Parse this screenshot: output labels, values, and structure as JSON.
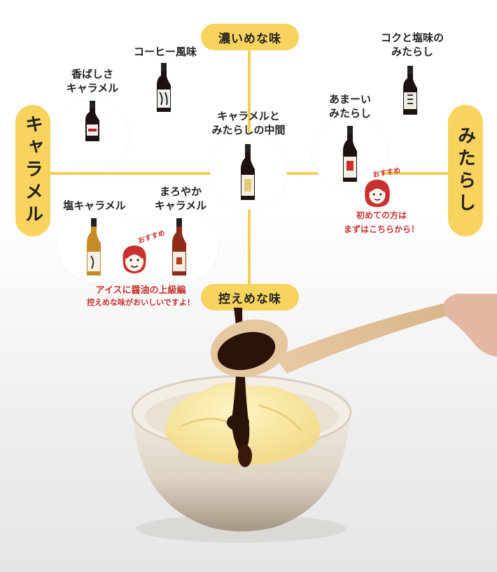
{
  "axes": {
    "top": "濃いめな味",
    "bottom": "控えめな味",
    "left": "キャラメル",
    "right": "みたらし"
  },
  "products": {
    "kobashi": "香ばしさ\nキャラメル",
    "coffee": "コーヒー風味",
    "middle": "キャラメルと\nみたらしの中間",
    "amai": "あまーい\nみたらし",
    "koku": "コクと塩味の\nみたらし",
    "shio": "塩キャラメル",
    "maroyaka": "まろやか\nキャラメル"
  },
  "recommend": {
    "tag_left": "おすすめ",
    "tag_right": "おすすめ"
  },
  "notes": {
    "left_line1": "アイスに醤油の上級編",
    "left_line2": "控えめな味がおいしいですよ！",
    "right": "初めての方は\nまずはこちらから！"
  },
  "colors": {
    "axis": "#f6cd55",
    "accent_red": "#c8312f",
    "soy": "#2a1208"
  }
}
